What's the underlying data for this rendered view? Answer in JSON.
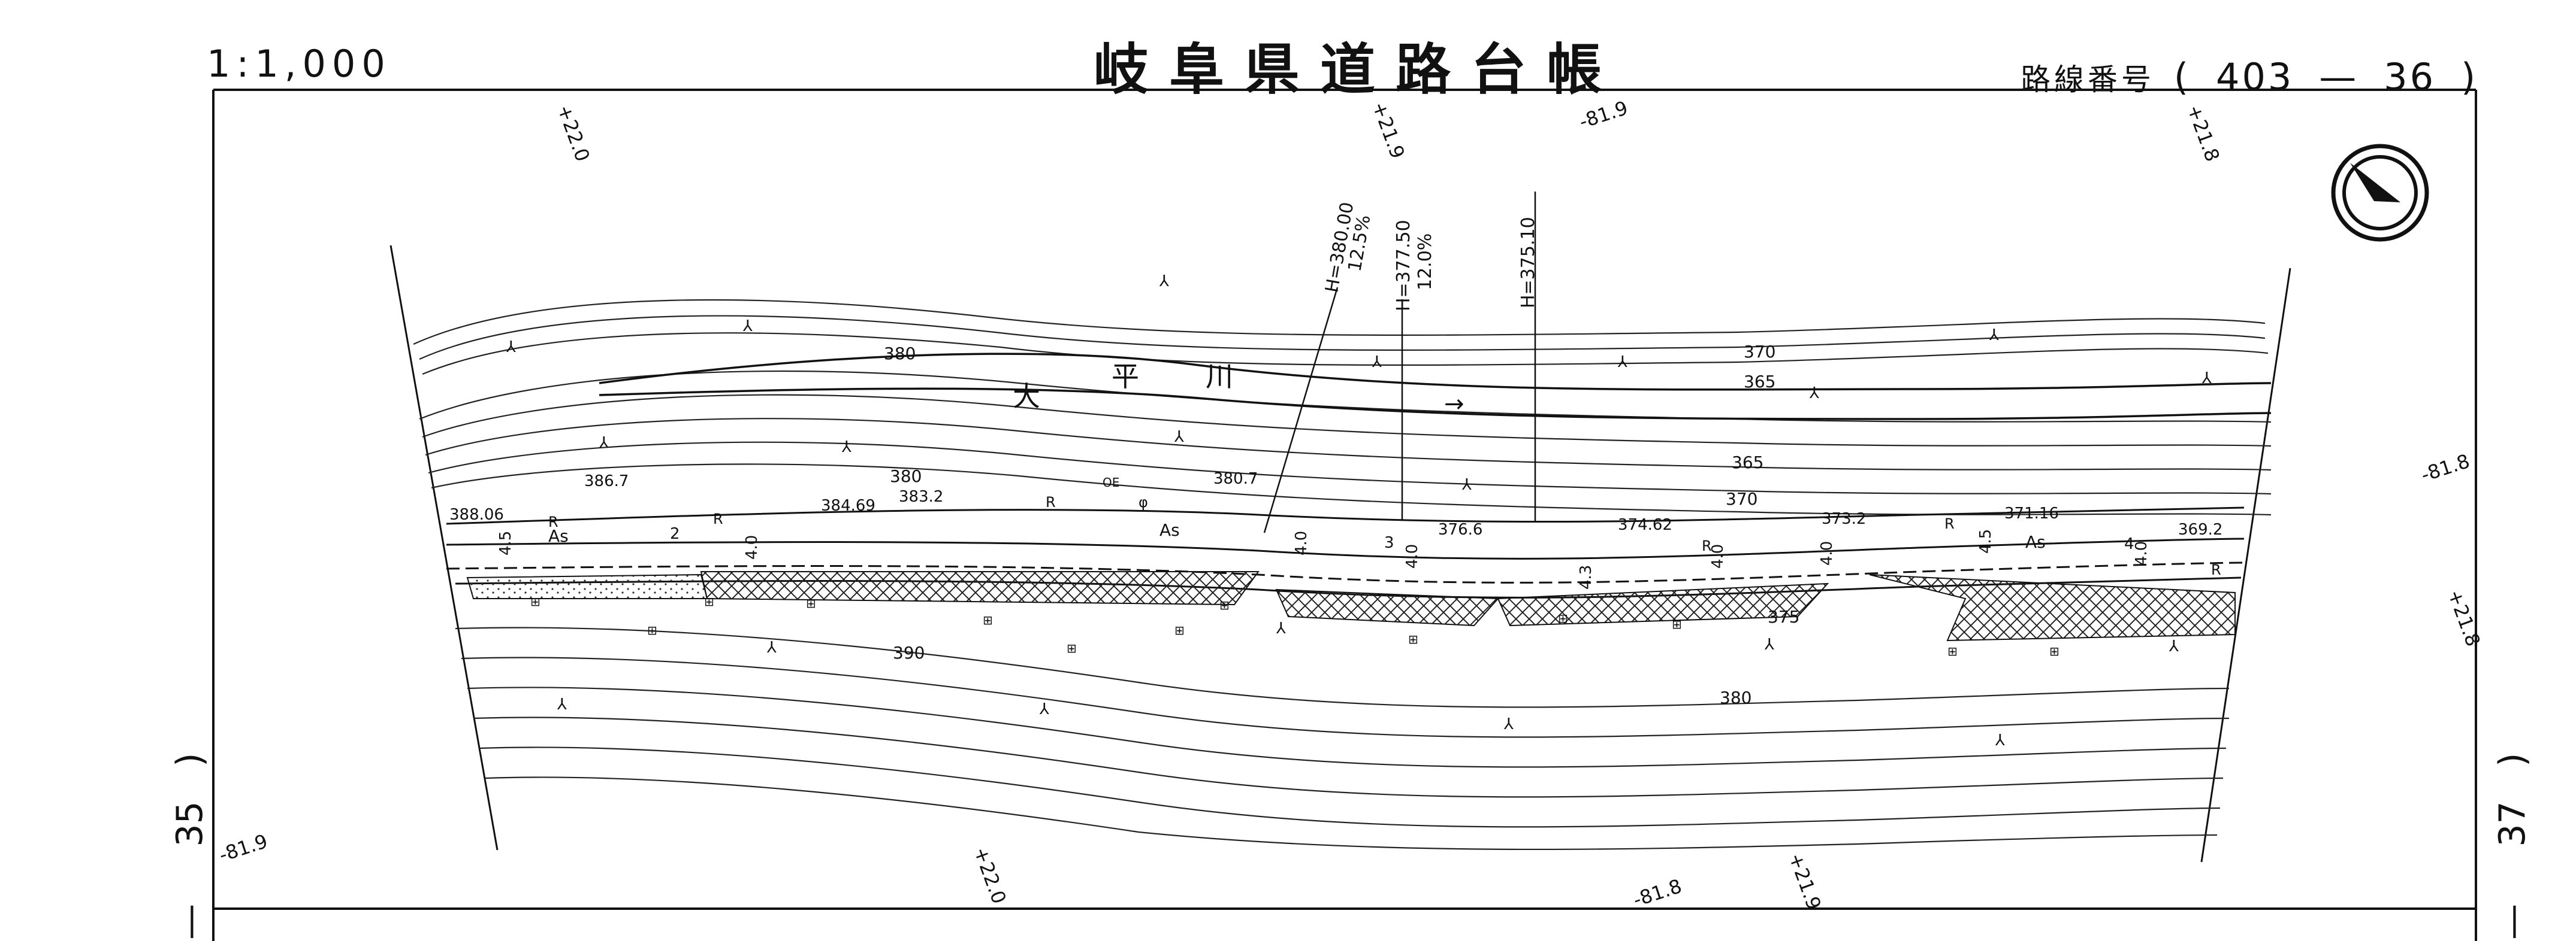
{
  "header": {
    "scale": "1:1,000",
    "title": "岐阜県道路台帳",
    "route_label": "路線番号",
    "route_open": "(",
    "route_number": "403",
    "route_dash": "—",
    "route_sheet": "36",
    "route_close": ")"
  },
  "side_labels": {
    "left_sheet": "35",
    "left_paren": ")",
    "left_dash": "—",
    "right_sheet": "37",
    "right_paren": ")",
    "right_dash": "—"
  },
  "grid_marks": {
    "top_1": "+22.0",
    "top_2": "+21.9",
    "top_3": "-81.9",
    "top_4": "+21.8",
    "right_1": "-81.8",
    "right_2": "+21.8",
    "bottom_1": "-81.9",
    "bottom_2": "+22.0",
    "bottom_3": "-81.8",
    "bottom_4": "+21.9"
  },
  "river": {
    "chars": [
      "大",
      "平",
      "川"
    ]
  },
  "heights": {
    "h1": "H=380.00",
    "h1_grade": "12.5%",
    "h2": "H=377.50",
    "h2_grade": "12.0%",
    "h3": "H=375.10"
  },
  "contours": {
    "c380_top": "380",
    "c370_top": "370",
    "c365_top": "365",
    "c380_mid": "380",
    "c365_mid": "365",
    "c370_mid": "370",
    "c390": "390",
    "c375": "375",
    "c380_low": "380"
  },
  "elevations": {
    "e1": "388.06",
    "e2": "386.7",
    "e3": "384.69",
    "e4": "383.2",
    "e5": "380.7",
    "e6": "376.6",
    "e7": "374.62",
    "e8": "373.2",
    "e9": "371.16",
    "e10": "369.2"
  },
  "road": {
    "surface_1": "As",
    "surface_2": "As",
    "surface_3": "As",
    "n_2": "2",
    "n_3": "3",
    "n_4": "4",
    "r": "R",
    "w_45": "4.5",
    "w_40": "4.0",
    "w_43": "4.3",
    "phi": "φ",
    "oe": "OE"
  },
  "symbols": {
    "grass": "⅄",
    "box": "⊞"
  }
}
